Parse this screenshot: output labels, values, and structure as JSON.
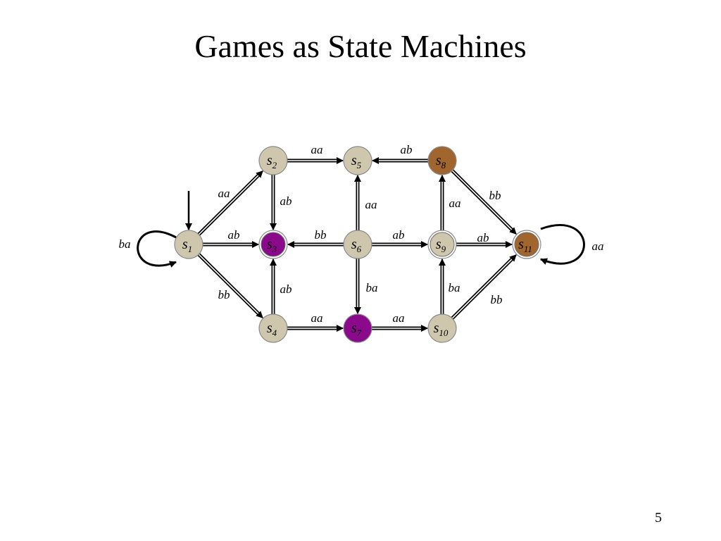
{
  "slide": {
    "title": "Games as State Machines",
    "page_number": "5"
  },
  "colors": {
    "neutral_state": "#cfc7ad",
    "purple_state": "#8b0a8b",
    "brown_state": "#a0662e",
    "edge": "#000000"
  },
  "diagram": {
    "initial_state": "s1",
    "nodes": [
      {
        "id": "s1",
        "letter": "s",
        "sub": "1",
        "color": "neutral_state",
        "accepting": false
      },
      {
        "id": "s2",
        "letter": "s",
        "sub": "2",
        "color": "neutral_state",
        "accepting": false
      },
      {
        "id": "s3",
        "letter": "s",
        "sub": "3",
        "color": "purple_state",
        "accepting": true
      },
      {
        "id": "s4",
        "letter": "s",
        "sub": "4",
        "color": "neutral_state",
        "accepting": false
      },
      {
        "id": "s5",
        "letter": "s",
        "sub": "5",
        "color": "neutral_state",
        "accepting": false
      },
      {
        "id": "s6",
        "letter": "s",
        "sub": "6",
        "color": "neutral_state",
        "accepting": false
      },
      {
        "id": "s7",
        "letter": "s",
        "sub": "7",
        "color": "purple_state",
        "accepting": false
      },
      {
        "id": "s8",
        "letter": "s",
        "sub": "8",
        "color": "brown_state",
        "accepting": false
      },
      {
        "id": "s9",
        "letter": "s",
        "sub": "9",
        "color": "neutral_state",
        "accepting": true
      },
      {
        "id": "s10",
        "letter": "s",
        "sub": "10",
        "color": "neutral_state",
        "accepting": false
      },
      {
        "id": "s11",
        "letter": "s",
        "sub": "11",
        "color": "brown_state",
        "accepting": true
      }
    ],
    "edges": [
      {
        "from": "s1",
        "to": "s1",
        "label": "ba"
      },
      {
        "from": "s1",
        "to": "s2",
        "label": "aa"
      },
      {
        "from": "s1",
        "to": "s3",
        "label": "ab"
      },
      {
        "from": "s1",
        "to": "s4",
        "label": "bb"
      },
      {
        "from": "s2",
        "to": "s5",
        "label": "aa"
      },
      {
        "from": "s2",
        "to": "s3",
        "label": "ab"
      },
      {
        "from": "s4",
        "to": "s3",
        "label": "ab"
      },
      {
        "from": "s4",
        "to": "s7",
        "label": "aa"
      },
      {
        "from": "s6",
        "to": "s5",
        "label": "aa"
      },
      {
        "from": "s6",
        "to": "s3",
        "label": "bb"
      },
      {
        "from": "s6",
        "to": "s9",
        "label": "ab"
      },
      {
        "from": "s6",
        "to": "s7",
        "label": "ba"
      },
      {
        "from": "s8",
        "to": "s5",
        "label": "ab"
      },
      {
        "from": "s8",
        "to": "s11",
        "label": "bb"
      },
      {
        "from": "s9",
        "to": "s8",
        "label": "aa"
      },
      {
        "from": "s9",
        "to": "s11",
        "label": "ab"
      },
      {
        "from": "s10",
        "to": "s9",
        "label": "ba"
      },
      {
        "from": "s10",
        "to": "s11",
        "label": "bb"
      },
      {
        "from": "s7",
        "to": "s10",
        "label": "aa"
      },
      {
        "from": "s11",
        "to": "s11",
        "label": "aa"
      }
    ]
  }
}
